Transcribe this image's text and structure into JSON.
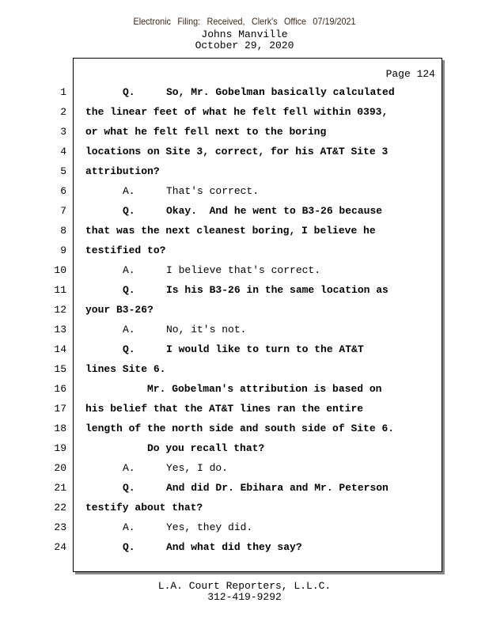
{
  "filing_stamp": "Electronic Filing: Received, Clerk's Office 07/19/2021",
  "case_name": "Johns Manville",
  "date": "October 29, 2020",
  "page_label": "Page 124",
  "lines": [
    {
      "n": "1",
      "type": "qa",
      "label": "Q.",
      "text": "So, Mr. Gobelman basically calculated",
      "bold": true
    },
    {
      "n": "2",
      "type": "cont",
      "text": "the linear feet of what he felt fell within 0393,",
      "bold": true
    },
    {
      "n": "3",
      "type": "cont",
      "text": "or what he felt fell next to the boring",
      "bold": true
    },
    {
      "n": "4",
      "type": "cont",
      "text": "locations on Site 3, correct, for his AT&T Site 3",
      "bold": true
    },
    {
      "n": "5",
      "type": "cont",
      "text": "attribution?",
      "bold": true
    },
    {
      "n": "6",
      "type": "qa",
      "label": "A.",
      "text": "That's correct.",
      "bold": false
    },
    {
      "n": "7",
      "type": "qa",
      "label": "Q.",
      "text": "Okay.  And he went to B3-26 because",
      "bold": true
    },
    {
      "n": "8",
      "type": "cont",
      "text": "that was the next cleanest boring, I believe he",
      "bold": true
    },
    {
      "n": "9",
      "type": "cont",
      "text": "testified to?",
      "bold": true
    },
    {
      "n": "10",
      "type": "qa",
      "label": "A.",
      "text": "I believe that's correct.",
      "bold": false
    },
    {
      "n": "11",
      "type": "qa",
      "label": "Q.",
      "text": "Is his B3-26 in the same location as",
      "bold": true
    },
    {
      "n": "12",
      "type": "cont",
      "text": "your B3-26?",
      "bold": true
    },
    {
      "n": "13",
      "type": "qa",
      "label": "A.",
      "text": "No, it's not.",
      "bold": false
    },
    {
      "n": "14",
      "type": "qa",
      "label": "Q.",
      "text": "I would like to turn to the AT&T",
      "bold": true
    },
    {
      "n": "15",
      "type": "cont",
      "text": "lines Site 6.",
      "bold": true
    },
    {
      "n": "16",
      "type": "para",
      "text": "Mr. Gobelman's attribution is based on",
      "bold": true
    },
    {
      "n": "17",
      "type": "cont",
      "text": "his belief that the AT&T lines ran the entire",
      "bold": true
    },
    {
      "n": "18",
      "type": "cont",
      "text": "length of the north side and south side of Site 6.",
      "bold": true
    },
    {
      "n": "19",
      "type": "para",
      "text": "Do you recall that?",
      "bold": true
    },
    {
      "n": "20",
      "type": "qa",
      "label": "A.",
      "text": "Yes, I do.",
      "bold": false
    },
    {
      "n": "21",
      "type": "qa",
      "label": "Q.",
      "text": "And did Dr. Ebihara and Mr. Peterson",
      "bold": true
    },
    {
      "n": "22",
      "type": "cont",
      "text": "testify about that?",
      "bold": true
    },
    {
      "n": "23",
      "type": "qa",
      "label": "A.",
      "text": "Yes, they did.",
      "bold": false
    },
    {
      "n": "24",
      "type": "qa",
      "label": "Q.",
      "text": "And what did they say?",
      "bold": true
    }
  ],
  "footer_company": "L.A. Court Reporters, L.L.C.",
  "footer_phone": "312-419-9292"
}
